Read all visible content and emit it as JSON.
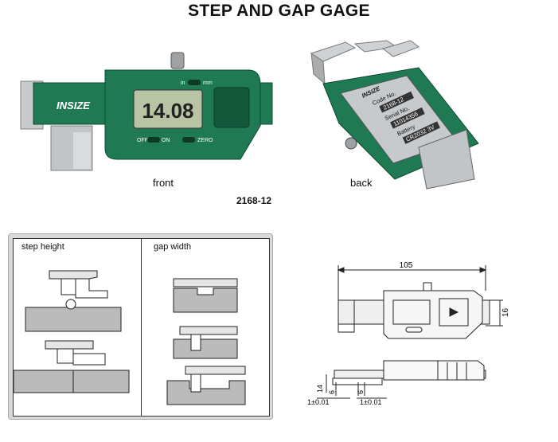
{
  "title": "STEP AND GAP GAGE",
  "brand": "INSIZE",
  "display_reading": "14.08",
  "front_view": {
    "caption": "front",
    "unit_labels": [
      "in",
      "mm"
    ],
    "button_labels": [
      "OFF",
      "ON",
      "ZERO"
    ]
  },
  "back_view": {
    "caption": "back",
    "label_lines": [
      "Code No.",
      "2168-12",
      "Serial No.",
      "11014356",
      "Battery",
      "CR2032 3V"
    ]
  },
  "model_number": "2168-12",
  "usage": {
    "left_title": "step height",
    "right_title": "gap width"
  },
  "dimensions": {
    "length": "105",
    "height": "16",
    "tip_height": "14",
    "tip_width_left": "6",
    "tip_width_right": "6",
    "tolerance_left": "1±0.01",
    "tolerance_right": "1±0.01"
  },
  "colors": {
    "body_green": "#1f7a54",
    "dark_green": "#14583c",
    "metal": "#b9bdc0",
    "lcd": "#b9c4a4"
  }
}
